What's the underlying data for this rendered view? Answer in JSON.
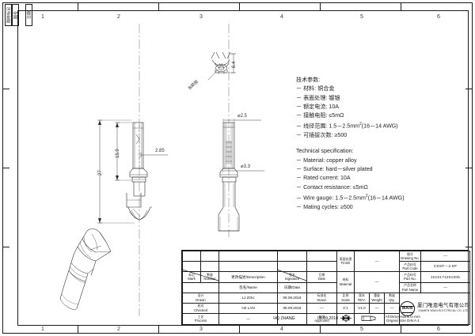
{
  "sheet": {
    "zone_numbers_top": [
      "1",
      "2",
      "3",
      "4",
      "5",
      "6"
    ],
    "zone_numbers_bottom": [
      "1",
      "2",
      "3",
      "4",
      "5",
      "6"
    ],
    "corner_boxes": [
      {
        "text": "图样标记"
      },
      {
        "text": "图号"
      },
      {
        "text": "日期"
      }
    ]
  },
  "spec": {
    "cn_title": "技术参数:",
    "cn_lines": [
      "－ 材料:  铜合金",
      "－ 表面处理:  镀银",
      "－ 额定电流:  10A",
      "－ 接触电阻:  ≤5mΩ",
      "－ 线径范围:  1.5－2.5mm|2|(16－14 AWG)",
      "－ 可插拔次数:  ≥500"
    ],
    "en_title": "Technical specification:",
    "en_lines": [
      "－ Material: copper alloy",
      "－ Surface: hard－silver plated",
      "－ Rated current: 10A",
      "－ Contact resistance:  ≤5mΩ",
      "－ Wire gauge: 1.5－2.5mm|2|(16－14 AWG)",
      "－ Mating cycles:  ≥500"
    ]
  },
  "dimensions": {
    "overall_length": "27",
    "inner_length": "15.9",
    "width": "2.85",
    "dia_pin": "⌀2.5",
    "dia_body": "⌀3.3",
    "detail_height": "6.4",
    "detail_label": "张節图"
  },
  "titleblock": {
    "rev_table": {
      "col_mark": {
        "cn": "标记",
        "en": "Mark"
      },
      "col_number": {
        "cn": "数量",
        "en": "Number"
      },
      "col_description": {
        "cn": "更改描述",
        "en": "Description"
      },
      "col_signature": {
        "cn": "签名",
        "en": "Signature"
      },
      "col_date": {
        "cn": "日期",
        "en": "Date"
      },
      "sub_name": "签名/Name",
      "sub_date": "日期/Date",
      "rows": [
        {
          "role_cn": "设计",
          "role_en": "Drawn",
          "name": "LJ  ZOU",
          "date": "08.09.2018"
        },
        {
          "role_cn": "校对",
          "role_en": "Checked",
          "name": "HZ  LAN",
          "date": "08.09.2018"
        },
        {
          "role_cn": "工艺",
          "role_en": "Process",
          "name": "—",
          "date": "—"
        }
      ],
      "right_rows": [
        {
          "role_cn": "标准化",
          "role_en": "Stand.",
          "name": "—",
          "date": "—"
        },
        {
          "role_cn": "批准",
          "role_en": "Approved",
          "name": "HQ  ZHANG",
          "date": "08.09.2018"
        }
      ]
    },
    "props": {
      "finish": {
        "cn": "表面处理",
        "en": "Finish",
        "value": "—"
      },
      "material": {
        "cn": "材料",
        "en": "Material",
        "value": "—"
      },
      "scale": {
        "cn": "比例",
        "en": "Scale",
        "value": "2:1"
      },
      "rev": {
        "cn": "版本",
        "en": "REV.",
        "value": "V1.0"
      },
      "weight": {
        "cn": "重量",
        "en": "Weight",
        "value": "—"
      },
      "qty": {
        "cn": "数量",
        "en": "Qty.",
        "value": "—"
      },
      "units_note": "All Dimensions in mm",
      "size_note": "Orignal Size  DIN A 4"
    },
    "identity": {
      "drawing_no": {
        "cn": "图号",
        "en": "Drawing No.",
        "value": "—"
      },
      "part_code": {
        "cn": "产品料号",
        "en": "Part Code",
        "value": "CDSF－2.5P"
      },
      "part_no": {
        "cn": "产品料号",
        "en": "Part No.",
        "value": "1010171201005"
      },
      "part_name": {
        "cn": "产品名称",
        "en": "Part Name",
        "value": "—"
      }
    },
    "company": {
      "logo_text": "WAIN",
      "name_cn": "厦门唯恩电气有限公司",
      "name_en": "XIAMEN WAIN ELECTRICAL CO.,LTD"
    }
  }
}
